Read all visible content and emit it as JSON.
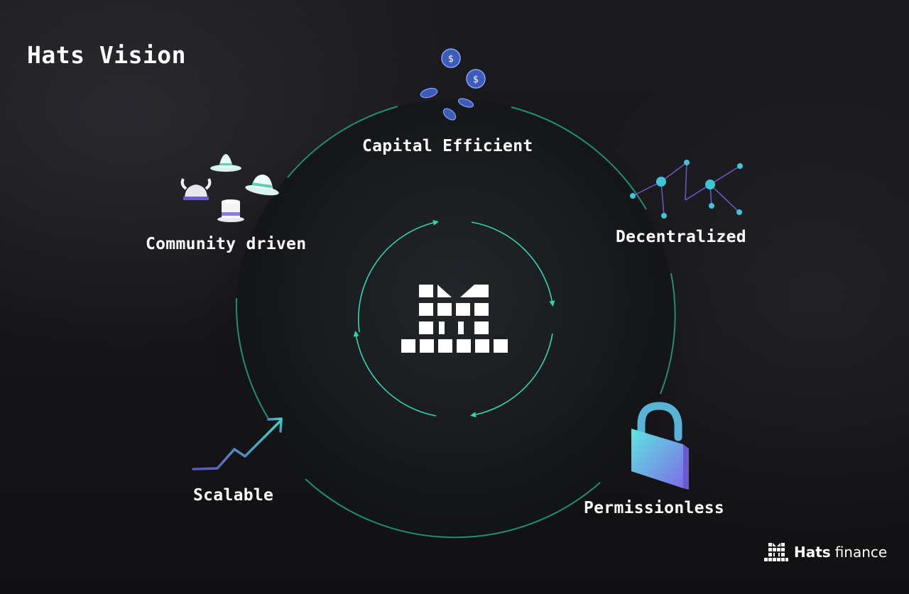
{
  "page": {
    "title": "Hats Vision"
  },
  "pillars": [
    {
      "id": "capital",
      "label": "Capital Efficient",
      "icon": "coins-icon"
    },
    {
      "id": "community",
      "label": "Community driven",
      "icon": "hats-icon"
    },
    {
      "id": "decentralized",
      "label": "Decentralized",
      "icon": "network-icon"
    },
    {
      "id": "scalable",
      "label": "Scalable",
      "icon": "growth-arrow-icon"
    },
    {
      "id": "permissionless",
      "label": "Permissionless",
      "icon": "unlocked-padlock-icon"
    }
  ],
  "brand": {
    "name": "Hats",
    "suffix": "finance",
    "logo": "hats-logo-icon"
  },
  "colors": {
    "accent": "#2fd6b2",
    "ring": "#1f8f73",
    "text": "#ffffff",
    "coin": "#3d5bb8",
    "lock": "#5fb6e0",
    "network": "#6a5acd"
  }
}
